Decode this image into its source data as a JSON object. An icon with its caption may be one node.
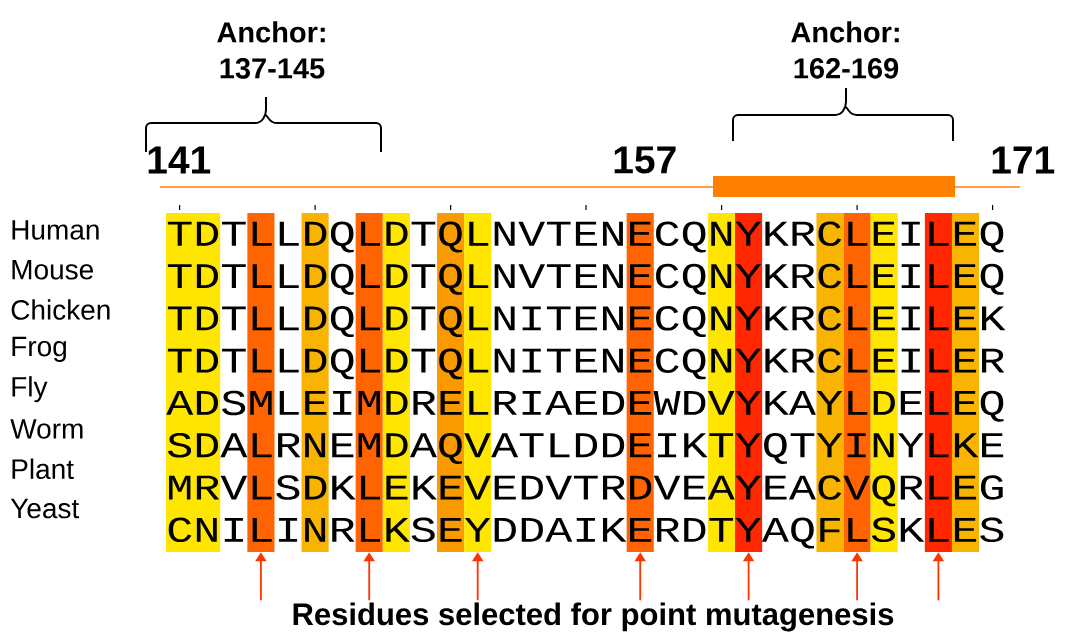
{
  "diagram": {
    "nodes": [
      {
        "text": [],
        "shape": "bar"
      },
      {
        "text": [],
        "shape": "bar"
      },
      {
        "text": [],
        "shape": "bar"
      },
      {
        "text": [],
        "shape": "bar"
      },
      {
        "text": [],
        "shape": "bar"
      },
      {
        "text": [],
        "shape": "bar"
      },
      {
        "text": [],
        "shape": "bar"
      },
      {
        "text": [],
        "shape": "bar"
      },
      {
        "text": [],
        "shape": "bar"
      },
      {
        "text": [],
        "shape": "bar"
      },
      {
        "text": [],
        "shape": "bar"
      },
      {
        "text": [],
        "shape": "bar"
      },
      {
        "text": [],
        "shape": "bar"
      },
      {
        "text": [],
        "shape": "bar"
      },
      {
        "text": [],
        "shape": "bar"
      },
      {
        "text": [],
        "shape": "bar"
      },
      {
        "text": [
          "Residues selected for point mutagenesis"
        ]
      }
    ],
    "edges": [
      {
        "from": 16,
        "to": 2,
        "arrow": "to"
      },
      {
        "from": 16,
        "to": 4,
        "arrow": "to"
      },
      {
        "from": 16,
        "to": 7,
        "arrow": "to"
      },
      {
        "from": 16,
        "to": 8,
        "arrow": "to"
      },
      {
        "from": 16,
        "to": 10,
        "arrow": "to"
      },
      {
        "from": 16,
        "to": 12,
        "arrow": "to"
      },
      {
        "from": 16,
        "to": 14,
        "arrow": "to"
      }
    ],
    "labels": [
      "Anchor: 137-145",
      "Anchor: 162-169",
      "141",
      "157",
      "171",
      "Human",
      "Mouse",
      "Chicken",
      "Frog",
      "Fly",
      "Worm",
      "Plant",
      "Yeast",
      "TDTLLDQLDTQLNVTENECQNYKRCLEILEQ",
      "TDTLLDQLDTQLNVTENECQNYKRCLEILEQ",
      "TDTLLDQLDTQLNITENECQNYKRCLEILEK",
      "TDTLLDQLDTQLNITENECQNYKRCLEILER",
      "ADSMLEIMDRELRIAEDEWDVYKAYLDELEQ",
      "SDALRNEMDAQVATLDDEIKTYQTYINYLKE",
      "MRVLSDKLEKEVEDVTRDVEAYEACVQRLEG",
      "CNILINRLKSEYDDAIKERDTYAQFLSKLES"
    ]
  }
}
